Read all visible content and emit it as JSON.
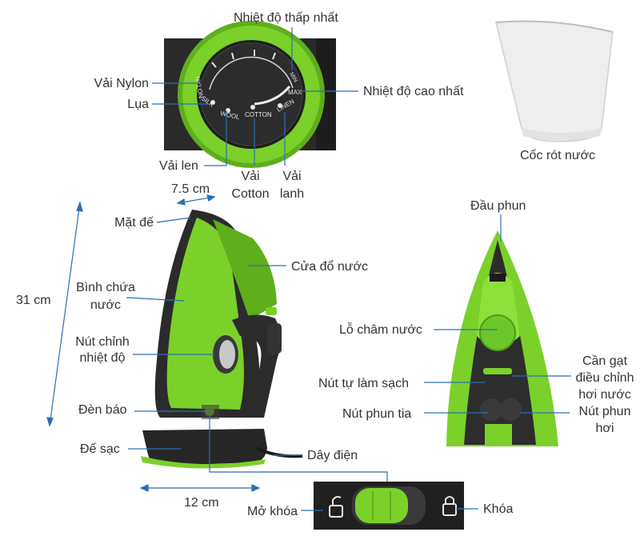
{
  "colors": {
    "accent_green": "#7bd02a",
    "dark_body": "#222222",
    "callout_line": "#2a6fb4",
    "text": "#333333"
  },
  "dial": {
    "labels": {
      "lowest_temp": "Nhiệt độ thấp nhất",
      "highest_temp": "Nhiệt độ cao nhất",
      "nylon": "Vải Nylon",
      "silk": "Lụa",
      "wool": "Vải len",
      "cotton_1": "Vải",
      "cotton_2": "Cotton",
      "linen_1": "Vải",
      "linen_2": "lanh"
    },
    "markings": {
      "min": "MIN",
      "max": "MAX",
      "nylon": "NYLON",
      "silk": "SILK",
      "wool": "WOOL",
      "cotton": "COTTON",
      "linen": "LINEN"
    }
  },
  "cup": {
    "label": "Cốc rót nước"
  },
  "side_view": {
    "dimensions": {
      "width_top": "7.5 cm",
      "height": "31 cm",
      "width_bottom": "12 cm"
    },
    "labels": {
      "soleplate": "Mặt đế",
      "tank_1": "Bình chứa",
      "tank_2": "nước",
      "knob_1": "Nút chỉnh",
      "knob_2": "nhiệt độ",
      "indicator": "Đèn báo",
      "base": "Đế sạc",
      "fill_door": "Cửa đổ nước",
      "cord": "Dây điện"
    }
  },
  "front_view": {
    "labels": {
      "nozzle": "Đầu phun",
      "drip_hole": "Lỗ châm nước",
      "self_clean": "Nút tự làm sạch",
      "spray": "Nút phun tia",
      "lever_1": "Cần gạt",
      "lever_2": "điều chỉnh",
      "lever_3": "hơi nước",
      "steam_1": "Nút phun",
      "steam_2": "hơi"
    }
  },
  "lock_panel": {
    "unlock": "Mở khóa",
    "lock": "Khóa"
  }
}
